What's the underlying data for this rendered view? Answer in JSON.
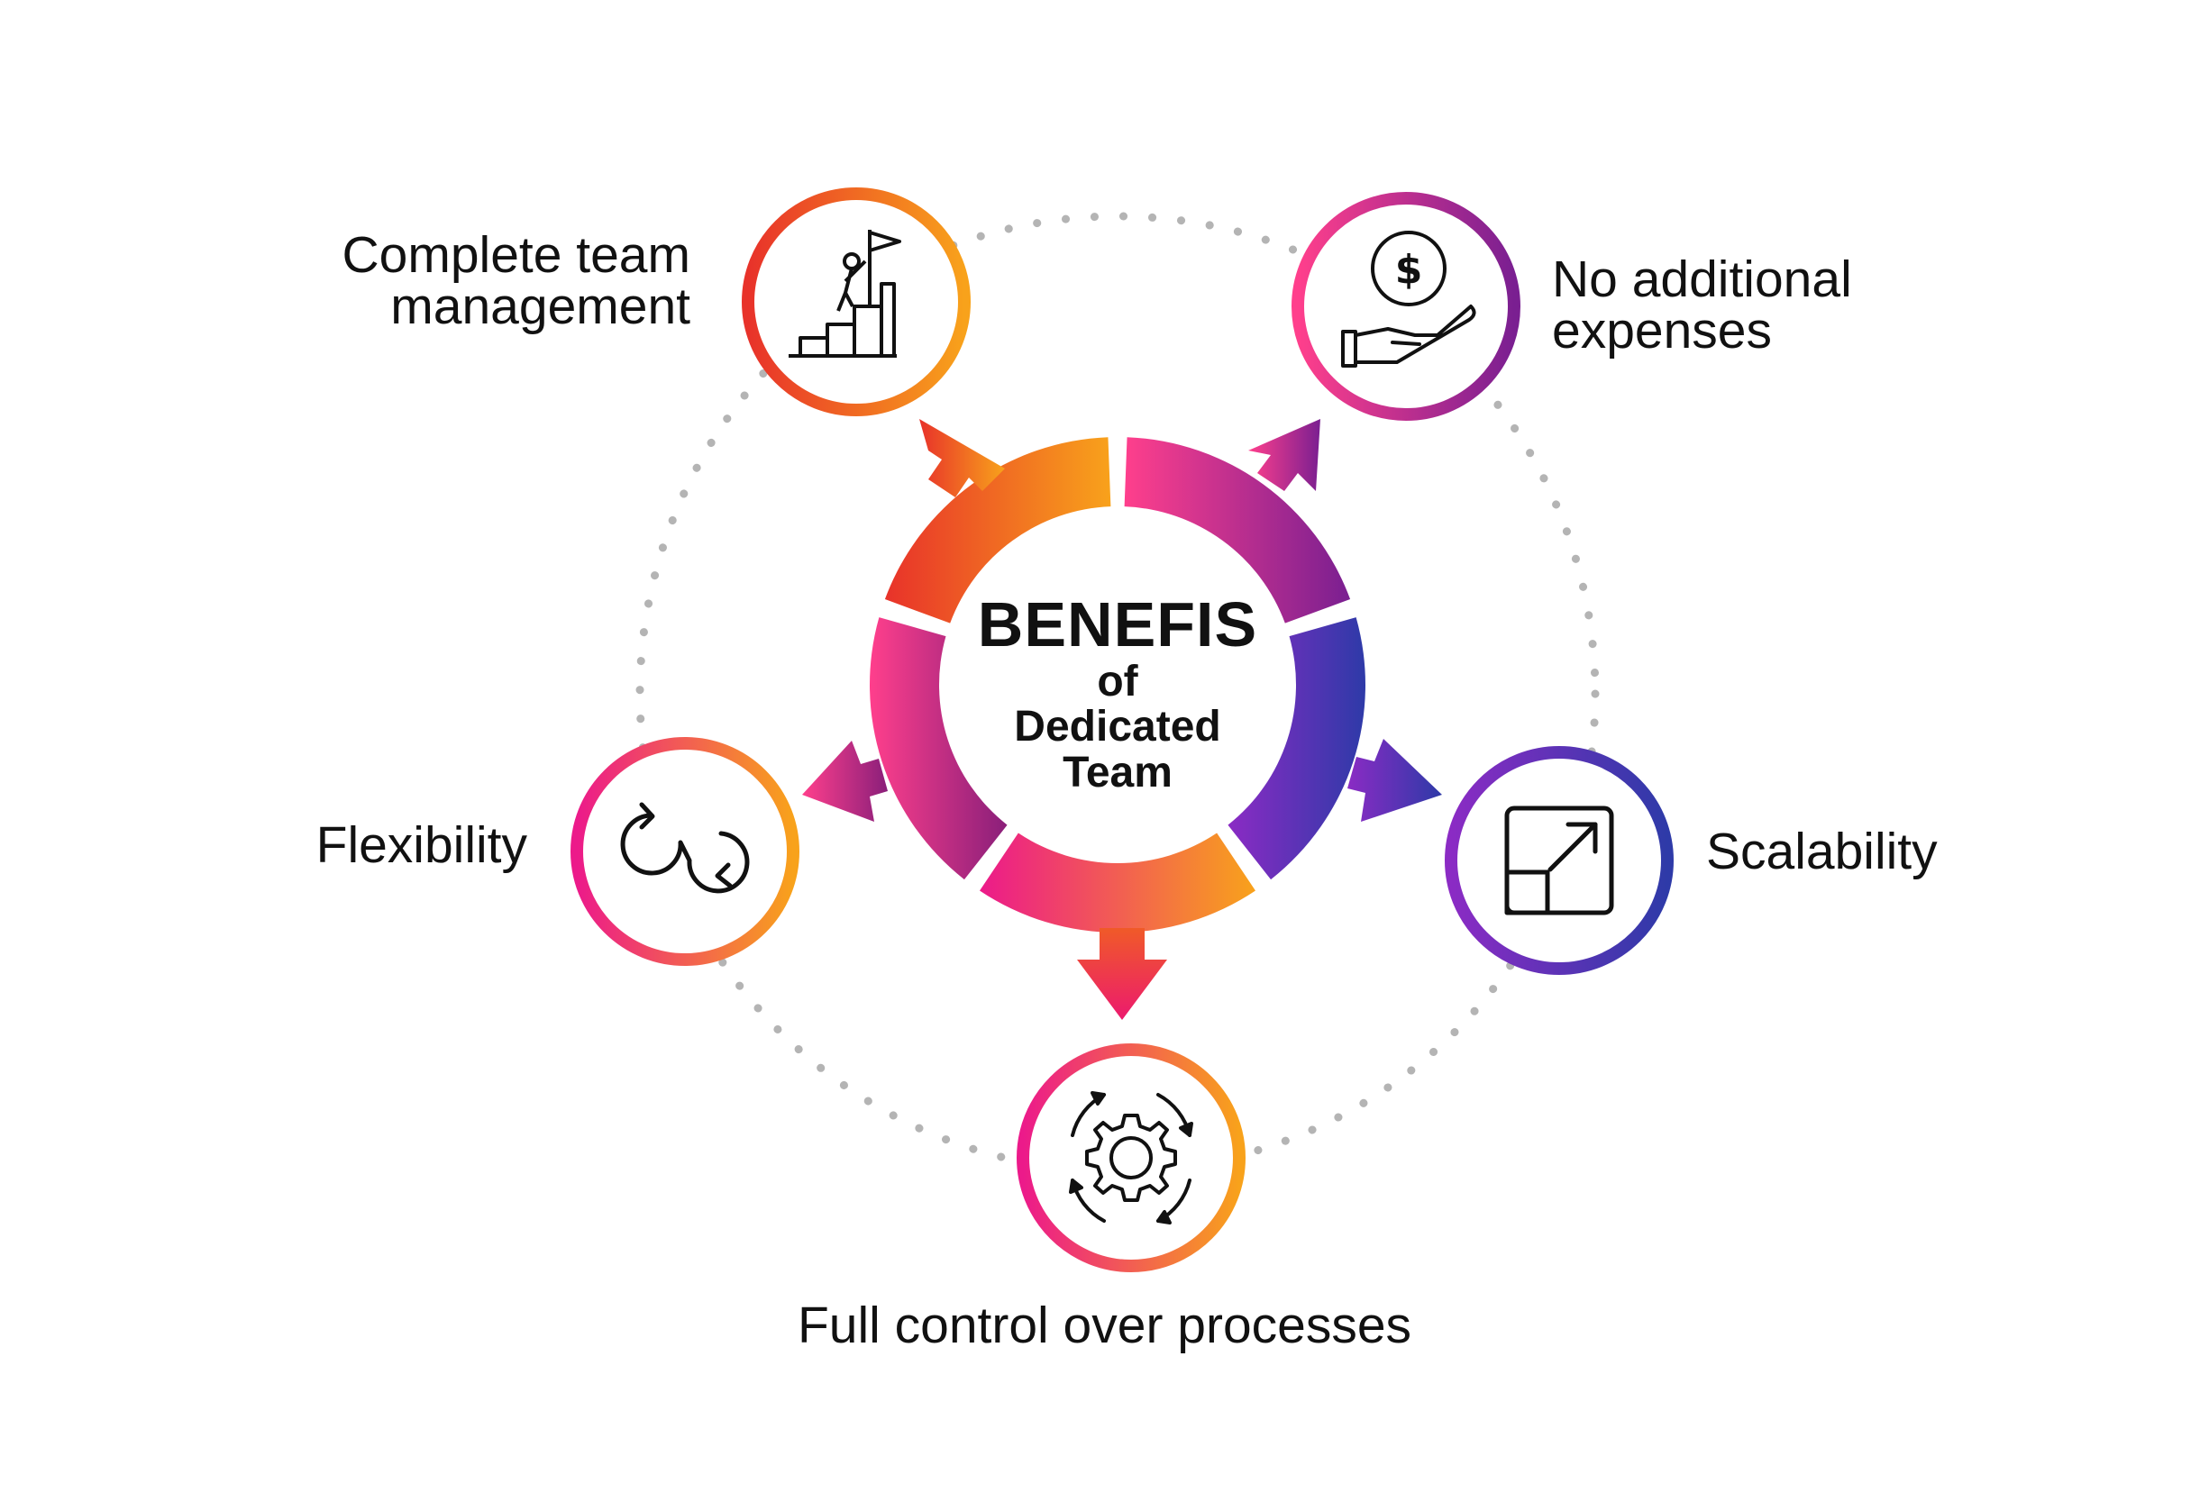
{
  "center": {
    "title": "BENEFIS",
    "subtitle_lines": [
      "of",
      "Dedicated",
      "Team"
    ]
  },
  "benefits": [
    {
      "id": "complete-team-management",
      "lines": [
        "Complete team",
        "management"
      ],
      "icon": "climbing-flag-icon",
      "gradient": [
        "#e8322a",
        "#f8a21b"
      ]
    },
    {
      "id": "no-additional-expenses",
      "lines": [
        "No additional",
        "expenses"
      ],
      "icon": "dollar-hand-icon",
      "gradient": [
        "#ff3f8c",
        "#7a1f91"
      ]
    },
    {
      "id": "scalability",
      "lines": [
        "Scalability"
      ],
      "icon": "resize-arrow-icon",
      "gradient": [
        "#8b2bc4",
        "#2e3aa8"
      ]
    },
    {
      "id": "full-control-over-processes",
      "lines": [
        "Full control over processes"
      ],
      "icon": "gear-cycle-icon",
      "gradient": [
        "#ec1a8a",
        "#f8a21b"
      ]
    },
    {
      "id": "flexibility",
      "lines": [
        "Flexibility"
      ],
      "icon": "loop-arrows-icon",
      "gradient": [
        "#ec1a8a",
        "#f8a21b"
      ]
    }
  ],
  "colors": {
    "text": "#111111",
    "dotted_ring": "#b4b4b4"
  }
}
